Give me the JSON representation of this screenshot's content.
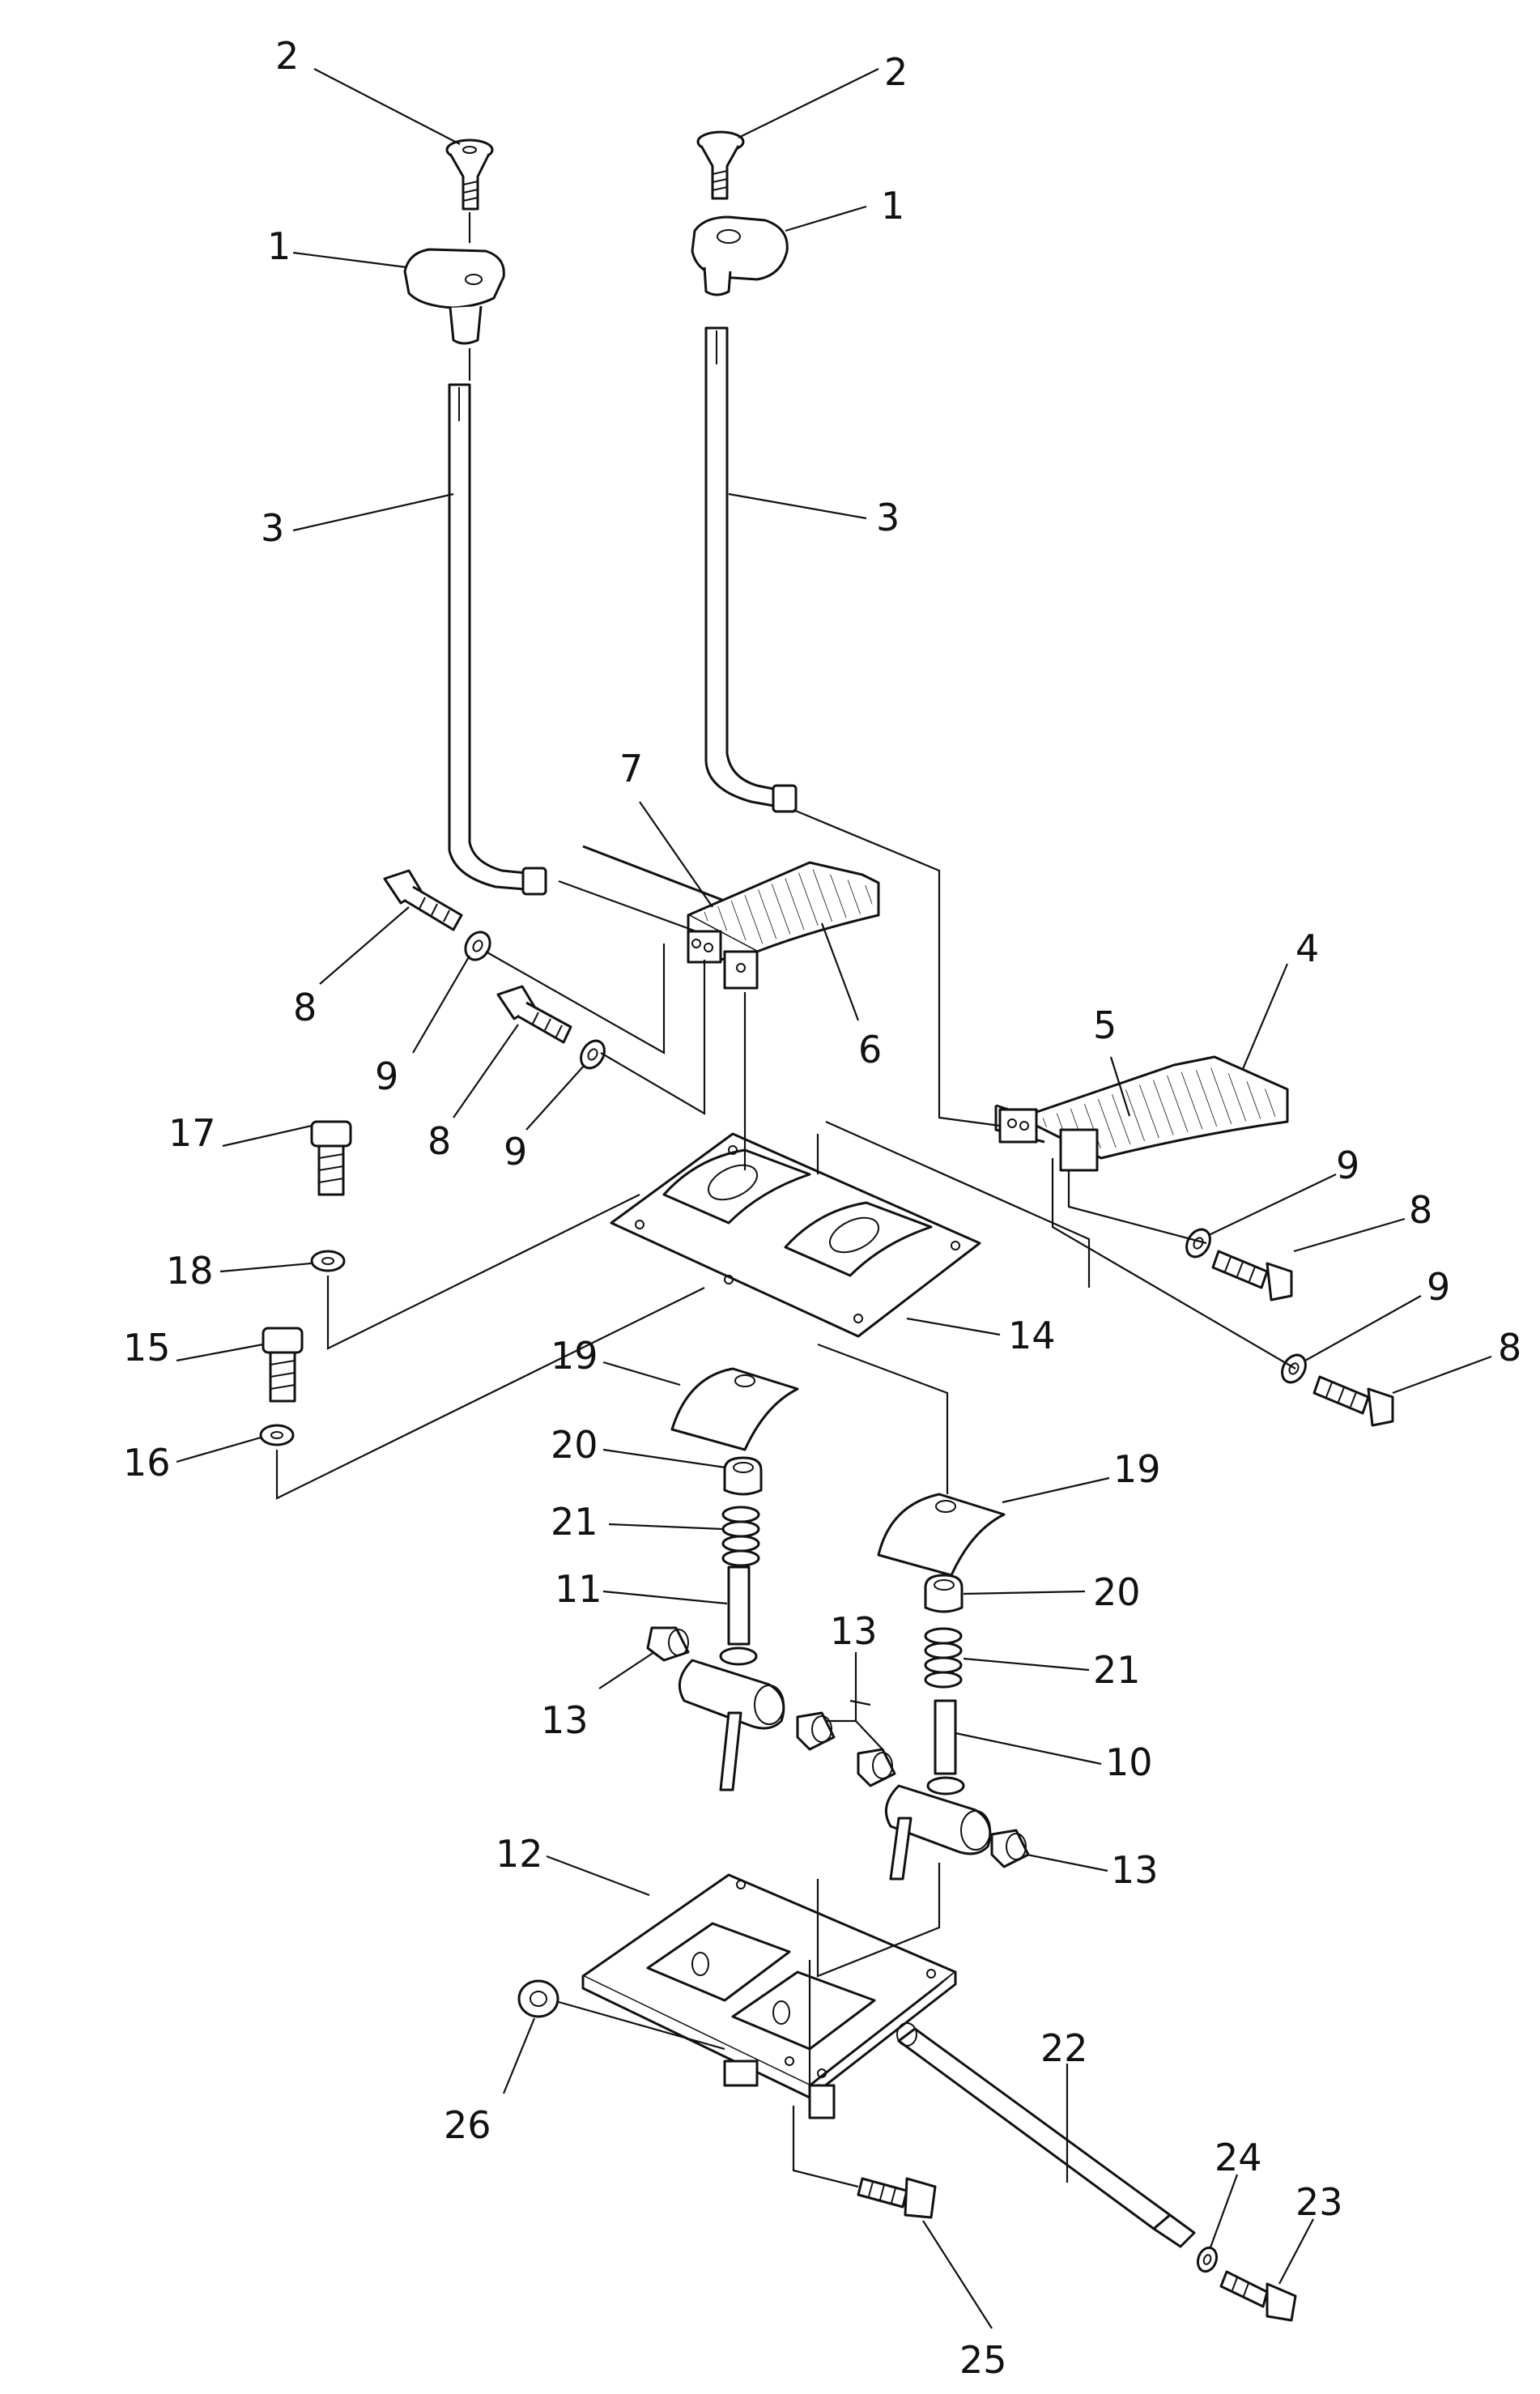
{
  "labels": {
    "c2_left": "2",
    "c2_right": "2",
    "c1_left": "1",
    "c1_right": "1",
    "c3_left": "3",
    "c3_right": "3",
    "c7": "7",
    "c4": "4",
    "c5": "5",
    "c6": "6",
    "c8_a": "8",
    "c9_a": "9",
    "c8_b": "8",
    "c9_b": "9",
    "c9_c": "9",
    "c8_c": "8",
    "c9_d": "9",
    "c8_d": "8",
    "c17": "17",
    "c18": "18",
    "c15": "15",
    "c16": "16",
    "c14": "14",
    "c19_left": "19",
    "c19_right": "19",
    "c20_left": "20",
    "c20_right": "20",
    "c21_left": "21",
    "c21_right": "21",
    "c11": "11",
    "c10": "10",
    "c13_a": "13",
    "c13_b": "13",
    "c13_c": "13",
    "c12": "12",
    "c22": "22",
    "c26": "26",
    "c24": "24",
    "c23": "23",
    "c25": "25"
  }
}
